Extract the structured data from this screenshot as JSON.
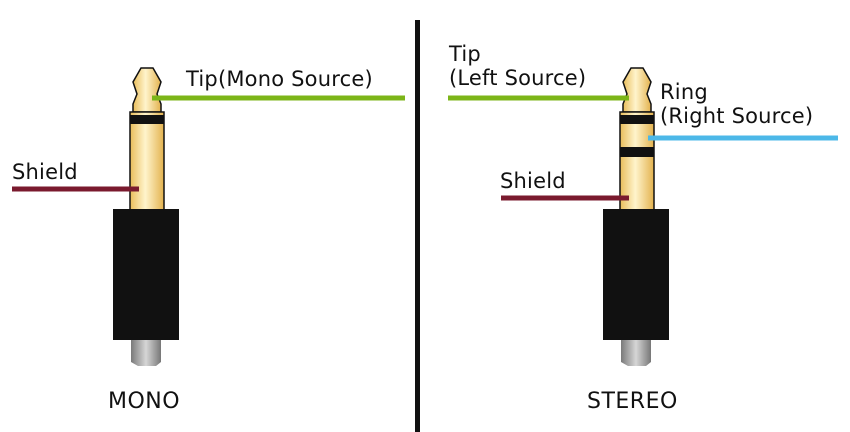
{
  "mono": {
    "tip_label": "Tip(Mono Source)",
    "shield_label": "Shield",
    "caption": "MONO"
  },
  "stereo": {
    "tip_label_line1": "Tip",
    "tip_label_line2": "(Left Source)",
    "ring_label_line1": "Ring",
    "ring_label_line2": "(Right Source)",
    "shield_label": "Shield",
    "caption": "STEREO"
  },
  "colors": {
    "tip_line": "#7cb518",
    "ring_line": "#4cb8e8",
    "shield_line": "#7a1a2e",
    "plug_body": "#111111",
    "plug_gold": "#f4d48a",
    "divider": "#111111"
  }
}
